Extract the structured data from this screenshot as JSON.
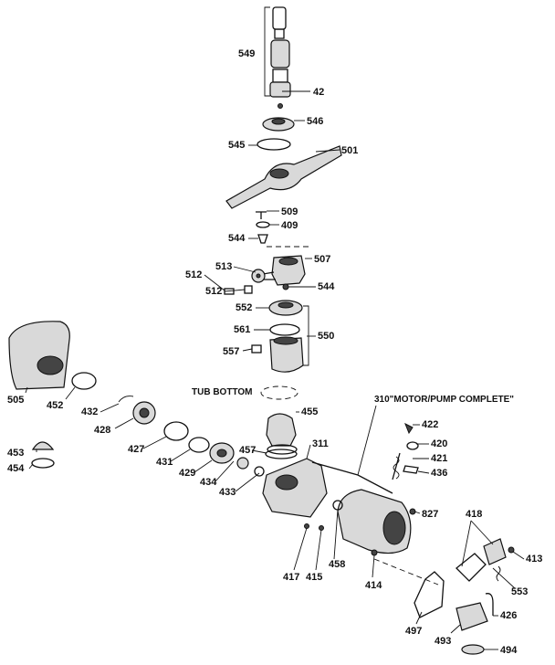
{
  "labels": {
    "l549": "549",
    "l42": "42",
    "l546": "546",
    "l545": "545",
    "l501": "501",
    "l509": "509",
    "l409": "409",
    "l544a": "544",
    "l507": "507",
    "l513": "513",
    "l512a": "512",
    "l512b": "512",
    "l544b": "544",
    "l552": "552",
    "l561": "561",
    "l550": "550",
    "l557": "557",
    "l505": "505",
    "l452": "452",
    "l432": "432",
    "tub_bottom": "TUB BOTTOM",
    "l455": "455",
    "motor_pump": "310\"MOTOR/PUMP COMPLETE\"",
    "l422": "422",
    "l420": "420",
    "l421": "421",
    "l436": "436",
    "l428": "428",
    "l427": "427",
    "l431": "431",
    "l429": "429",
    "l457": "457",
    "l311": "311",
    "l453": "453",
    "l454": "454",
    "l434": "434",
    "l433": "433",
    "l827": "827",
    "l418": "418",
    "l413": "413",
    "l553": "553",
    "l417": "417",
    "l415": "415",
    "l458": "458",
    "l414": "414",
    "l426": "426",
    "l497": "497",
    "l493": "493",
    "l494": "494"
  }
}
